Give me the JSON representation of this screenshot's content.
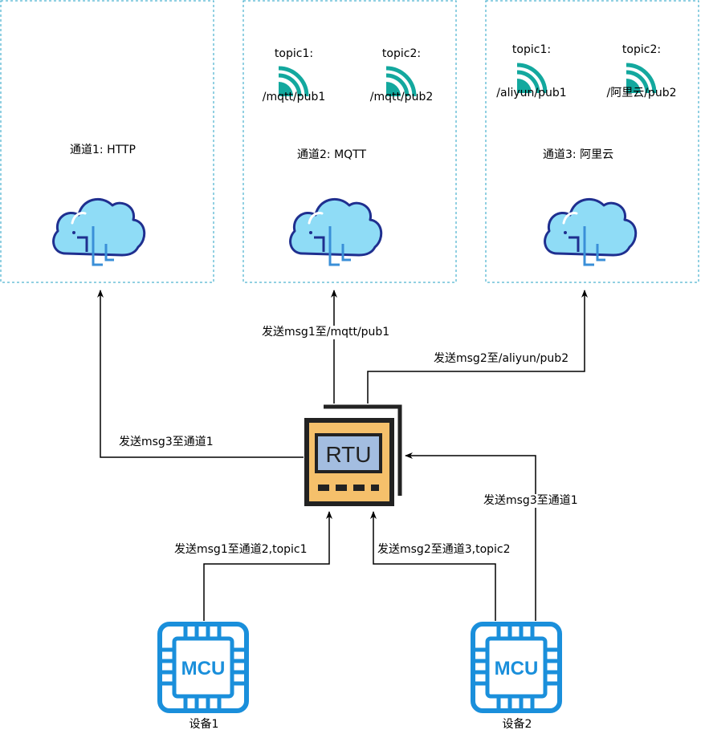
{
  "channels": [
    {
      "label": "通道1: HTTP"
    },
    {
      "label": "通道2: MQTT",
      "topics": [
        {
          "line1": "topic1:",
          "line2": "/mqtt/pub1"
        },
        {
          "line1": "topic2:",
          "line2": "/mqtt/pub2"
        }
      ]
    },
    {
      "label": "通道3: 阿里云",
      "topics": [
        {
          "line1": "topic1:",
          "line2": "/aliyun/pub1"
        },
        {
          "line1": "topic2:",
          "line2": "/阿里云/pub2"
        }
      ]
    }
  ],
  "rtu": {
    "label": "RTU"
  },
  "devices": [
    {
      "chip_label": "MCU",
      "name": "设备1"
    },
    {
      "chip_label": "MCU",
      "name": "设备2"
    }
  ],
  "edges": {
    "rtu_to_ch1": "发送msg3至通道1",
    "rtu_to_ch2": "发送msg1至/mqtt/pub1",
    "rtu_to_ch3": "发送msg2至/aliyun/pub2",
    "dev1_to_rtu": "发送msg1至通道2,topic1",
    "dev2_to_rtu_a": "发送msg2至通道3,topic2",
    "dev2_to_rtu_b": "发送msg3至通道1"
  },
  "colors": {
    "container_border": "#23a0c4",
    "signal_icon": "#13a89e",
    "cloud_fill": "#8fdcf6",
    "cloud_outline": "#1f2f8f",
    "rtu_body": "#f5c06b",
    "rtu_screen": "#a3bde0",
    "mcu_blue": "#1a8fdb",
    "line": "#000000"
  }
}
